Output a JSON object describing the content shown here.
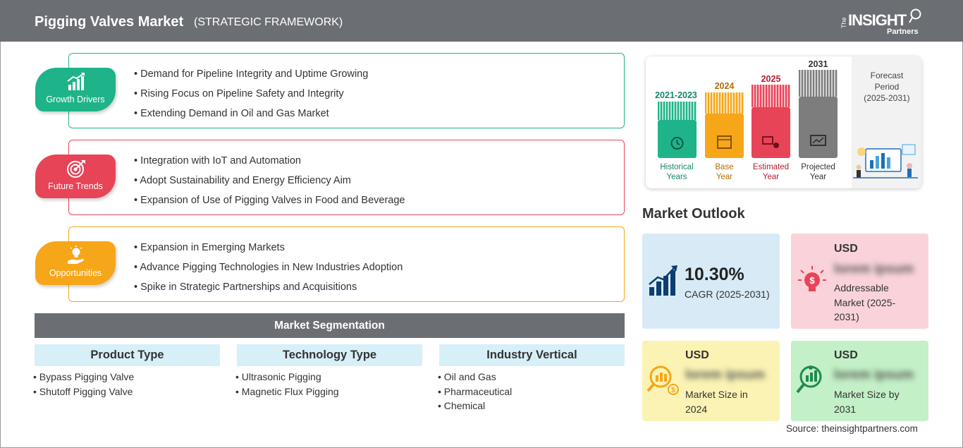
{
  "header": {
    "title": "Pigging Valves Market",
    "subtitle": "(STRATEGIC FRAMEWORK)",
    "logo": {
      "the": "The",
      "insight": "INSIGHT",
      "partners": "Partners"
    }
  },
  "framework": {
    "growth_drivers": {
      "label": "Growth Drivers",
      "color": "#1fb38a",
      "items": [
        "Demand for Pipeline Integrity and Uptime Growing",
        "Rising Focus on Pipeline Safety and Integrity",
        "Extending Demand in Oil and Gas Market"
      ]
    },
    "future_trends": {
      "label": "Future Trends",
      "color": "#e84458",
      "items": [
        "Integration with IoT and Automation",
        "Adopt Sustainability and Energy Efficiency Aim",
        "Expansion of Use of Pigging Valves in Food and Beverage"
      ]
    },
    "opportunities": {
      "label": "Opportunities",
      "color": "#f6a619",
      "items": [
        "Expansion in Emerging Markets",
        "Advance Pigging Technologies in New Industries Adoption",
        "Spike in Strategic Partnerships and Acquisitions"
      ]
    }
  },
  "segmentation": {
    "title": "Market Segmentation",
    "columns": [
      {
        "heading": "Product Type",
        "items": [
          "Bypass Pigging Valve",
          "Shutoff Pigging Valve"
        ]
      },
      {
        "heading": "Technology Type",
        "items": [
          "Ultrasonic Pigging",
          "Magnetic Flux Pigging"
        ]
      },
      {
        "heading": "Industry Vertical",
        "items": [
          "Oil and Gas",
          "Pharmaceutical",
          "Chemical"
        ]
      }
    ]
  },
  "timeline": {
    "periods": [
      {
        "year": "2021-2023",
        "caption_1": "Historical",
        "caption_2": "Years",
        "color": "#1fb38a",
        "year_color": "#17876b"
      },
      {
        "year": "2024",
        "caption_1": "Base",
        "caption_2": "Year",
        "color": "#f6a619",
        "year_color": "#b06d00"
      },
      {
        "year": "2025",
        "caption_1": "Estimated",
        "caption_2": "Year",
        "color": "#e84458",
        "year_color": "#b3202f"
      },
      {
        "year": "2031",
        "caption_1": "Projected",
        "caption_2": "Year",
        "color": "#7d7d7d",
        "year_color": "#333333"
      }
    ],
    "forecast": {
      "line_1": "Forecast",
      "line_2": "Period",
      "line_3": "(2025-2031)"
    }
  },
  "outlook": {
    "title": "Market Outlook",
    "cagr": {
      "value": "10.30%",
      "label": "CAGR (2025-2031)",
      "color": "#d7eaf6"
    },
    "addressable": {
      "currency": "USD",
      "value": "lorem ipsum",
      "label_1": "Addressable",
      "label_2": "Market (2025-",
      "label_3": "2031)",
      "color": "#f9d3d9"
    },
    "size_2024": {
      "currency": "USD",
      "value": "lorem ipsum",
      "label_1": "Market Size in",
      "label_2": "2024",
      "color": "#fbf3b4"
    },
    "size_2031": {
      "currency": "USD",
      "value": "lorem ipsum",
      "label_1": "Market Size by",
      "label_2": "2031",
      "color": "#c3f0c6"
    }
  },
  "source": "Source: theinsightpartners.com"
}
